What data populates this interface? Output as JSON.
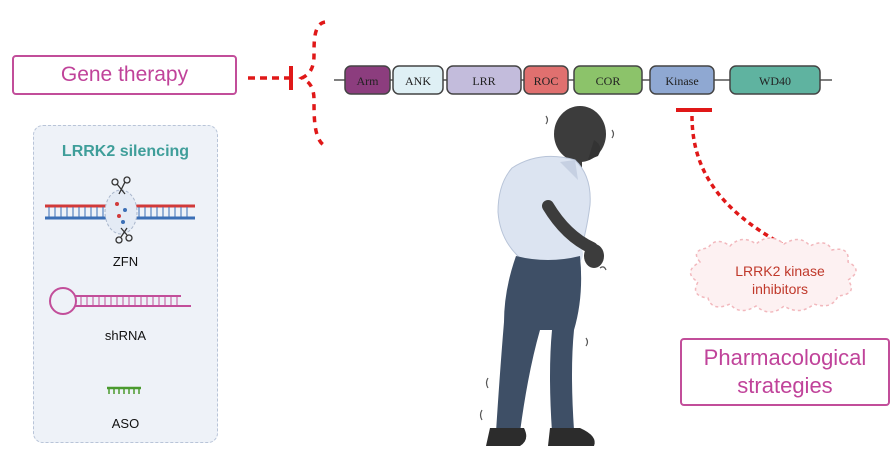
{
  "gene_therapy": {
    "label": "Gene therapy"
  },
  "domains": [
    {
      "label": "Arm",
      "color": "#8c3d7e"
    },
    {
      "label": "ANK",
      "color": "#dff0f5"
    },
    {
      "label": "LRR",
      "color": "#c3bcdc"
    },
    {
      "label": "ROC",
      "color": "#e0706f"
    },
    {
      "label": "COR",
      "color": "#8cc36a"
    },
    {
      "label": "Kinase",
      "color": "#8fa8d2"
    },
    {
      "label": "WD40",
      "color": "#5fb3a0"
    }
  ],
  "silencing": {
    "title": "LRRK2 silencing",
    "items": [
      {
        "label": "ZFN"
      },
      {
        "label": "shRNA"
      },
      {
        "label": "ASO"
      }
    ]
  },
  "kinase_inhibitors": {
    "label": "LRRK2 kinase\ninhibitors"
  },
  "pharmacological": {
    "label": "Pharmacological\nstrategies"
  },
  "colors": {
    "inhibition": "#e01818",
    "accent": "#c24e9a",
    "teal": "#3f9e9a"
  }
}
